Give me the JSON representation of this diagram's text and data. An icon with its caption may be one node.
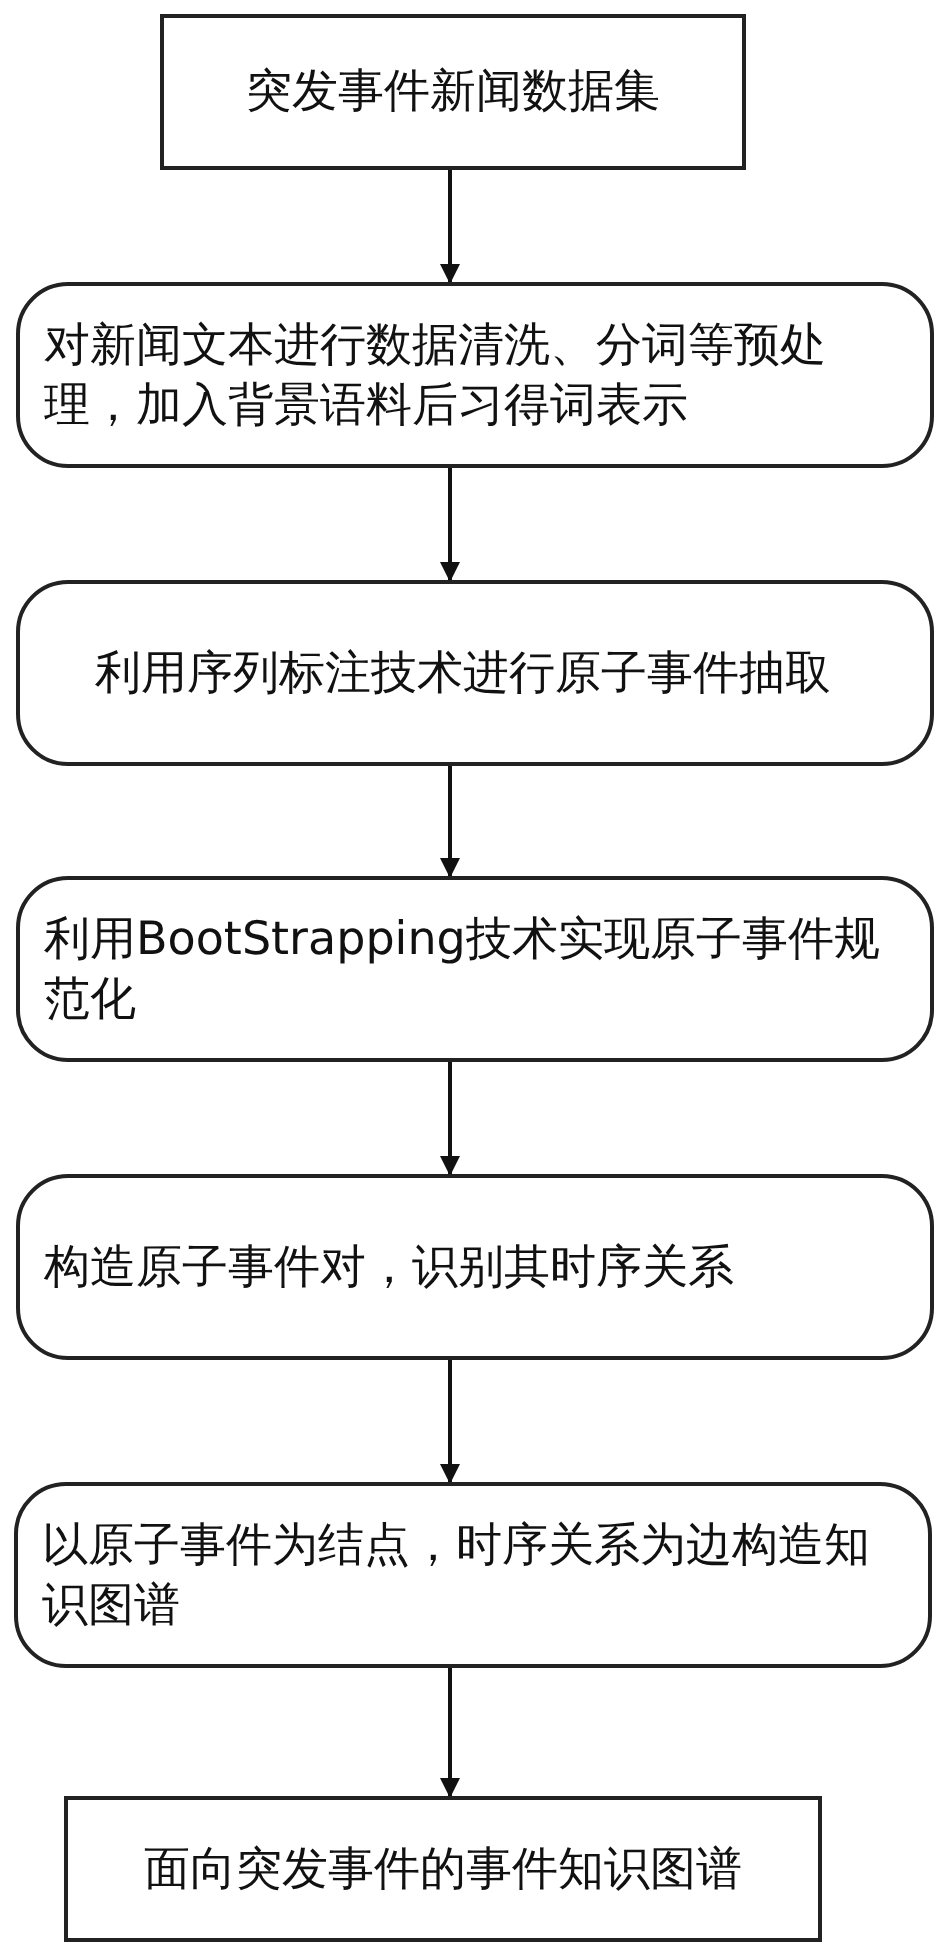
{
  "diagram": {
    "nodes": [
      {
        "text": [
          "突发事件新闻数据集"
        ]
      },
      {
        "text": [
          "对新闻文本进行数据清洗、分词等预处理，加入背景语料后习得词表示"
        ]
      },
      {
        "text": [
          "利用序列标注技术进行原子事件抽取"
        ]
      },
      {
        "text": [
          "利用BootStrapping技术实现原子事件规范化"
        ]
      },
      {
        "text": [
          "构造原子事件对，识别其时序关系"
        ]
      },
      {
        "text": [
          "以原子事件为结点，时序关系为边构造知识图谱"
        ]
      },
      {
        "text": [
          "面向突发事件的事件知识图谱"
        ]
      }
    ],
    "edges": [
      {
        "from": 0,
        "to": 1,
        "arrow": "to"
      },
      {
        "from": 1,
        "to": 2,
        "arrow": "to"
      },
      {
        "from": 2,
        "to": 3,
        "arrow": "to"
      },
      {
        "from": 3,
        "to": 4,
        "arrow": "to"
      },
      {
        "from": 4,
        "to": 5,
        "arrow": "to"
      },
      {
        "from": 5,
        "to": 6,
        "arrow": "to"
      }
    ]
  }
}
